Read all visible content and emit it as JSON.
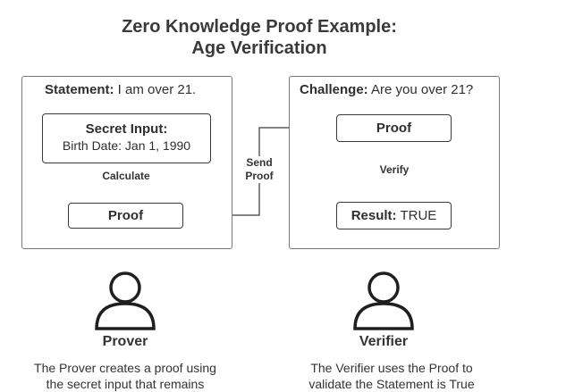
{
  "title": {
    "line1": "Zero Knowledge Proof Example:",
    "line2": "Age Verification"
  },
  "prover_panel": {
    "heading_bold": "Statement:",
    "heading_text": " I am over 21.",
    "secret_box": {
      "title": "Secret Input:",
      "subtitle": "Birth Date: Jan 1, 1990"
    },
    "edge_label": "Calculate",
    "proof_box": {
      "label": "Proof"
    }
  },
  "send_label": {
    "line1": "Send",
    "line2": "Proof"
  },
  "verifier_panel": {
    "heading_bold": "Challenge:",
    "heading_text": " Are you over 21?",
    "proof_box": {
      "label": "Proof"
    },
    "edge_label": "Verify",
    "result_box": {
      "label_bold": "Result:",
      "label_text": " TRUE"
    }
  },
  "prover": {
    "icon": "person-icon",
    "name": "Prover",
    "description_line1": "The Prover creates a proof using",
    "description_line2": "the secret input that remains"
  },
  "verifier": {
    "icon": "person-icon",
    "name": "Verifier",
    "description_line1": "The Verifier uses the Proof to",
    "description_line2": "validate the Statement is True"
  },
  "colors": {
    "line": "#3a3a3a",
    "panel_border": "#7a7a7a",
    "text": "#2f2f2f"
  }
}
